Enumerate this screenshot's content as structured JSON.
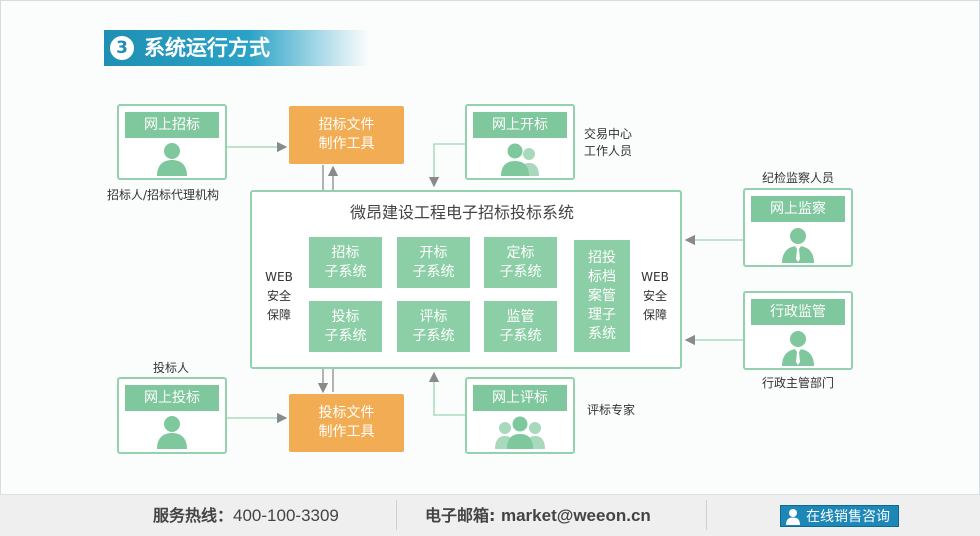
{
  "header": {
    "number": "3",
    "title": "系统运行方式"
  },
  "roles": {
    "bid_online": {
      "label": "网上招标",
      "caption": "招标人/招标代理机构"
    },
    "open_online": {
      "label": "网上开标",
      "caption_line1": "交易中心",
      "caption_line2": "工作人员"
    },
    "supervise_online": {
      "label": "网上监察",
      "caption": "纪检监察人员"
    },
    "admin_supervise": {
      "label": "行政监管",
      "caption": "行政主管部门"
    },
    "tender_online": {
      "label": "网上投标",
      "caption": "投标人"
    },
    "evaluate_online": {
      "label": "网上评标",
      "caption": "评标专家"
    }
  },
  "tools": {
    "top_line1": "招标文件",
    "top_line2": "制作工具",
    "bottom_line1": "投标文件",
    "bottom_line2": "制作工具"
  },
  "system": {
    "title": "微昂建设工程电子招标投标系统",
    "left_side": [
      "WEB",
      "安全",
      "保障"
    ],
    "right_side": [
      "WEB",
      "安全",
      "保障"
    ],
    "modules": [
      [
        "招标",
        "子系统"
      ],
      [
        "开标",
        "子系统"
      ],
      [
        "定标",
        "子系统"
      ],
      [
        "投标",
        "子系统"
      ],
      [
        "评标",
        "子系统"
      ],
      [
        "监管",
        "子系统"
      ]
    ],
    "archive": [
      "招投",
      "标档",
      "案管",
      "理子",
      "系统"
    ]
  },
  "footer": {
    "hotline_label": "服务热线：",
    "hotline_number": "400-100-3309",
    "email_label": "电子邮箱: ",
    "email_address": "market@weeon.cn",
    "consult_button": "在线销售咨询"
  },
  "colors": {
    "accent_blue": "#1f8fb3",
    "green_border": "#94d2ae",
    "green_fill": "#8ccfa6",
    "orange": "#f2ad54"
  },
  "icons": [
    "person-icon",
    "group-icon",
    "official-icon",
    "consult-person-icon"
  ]
}
